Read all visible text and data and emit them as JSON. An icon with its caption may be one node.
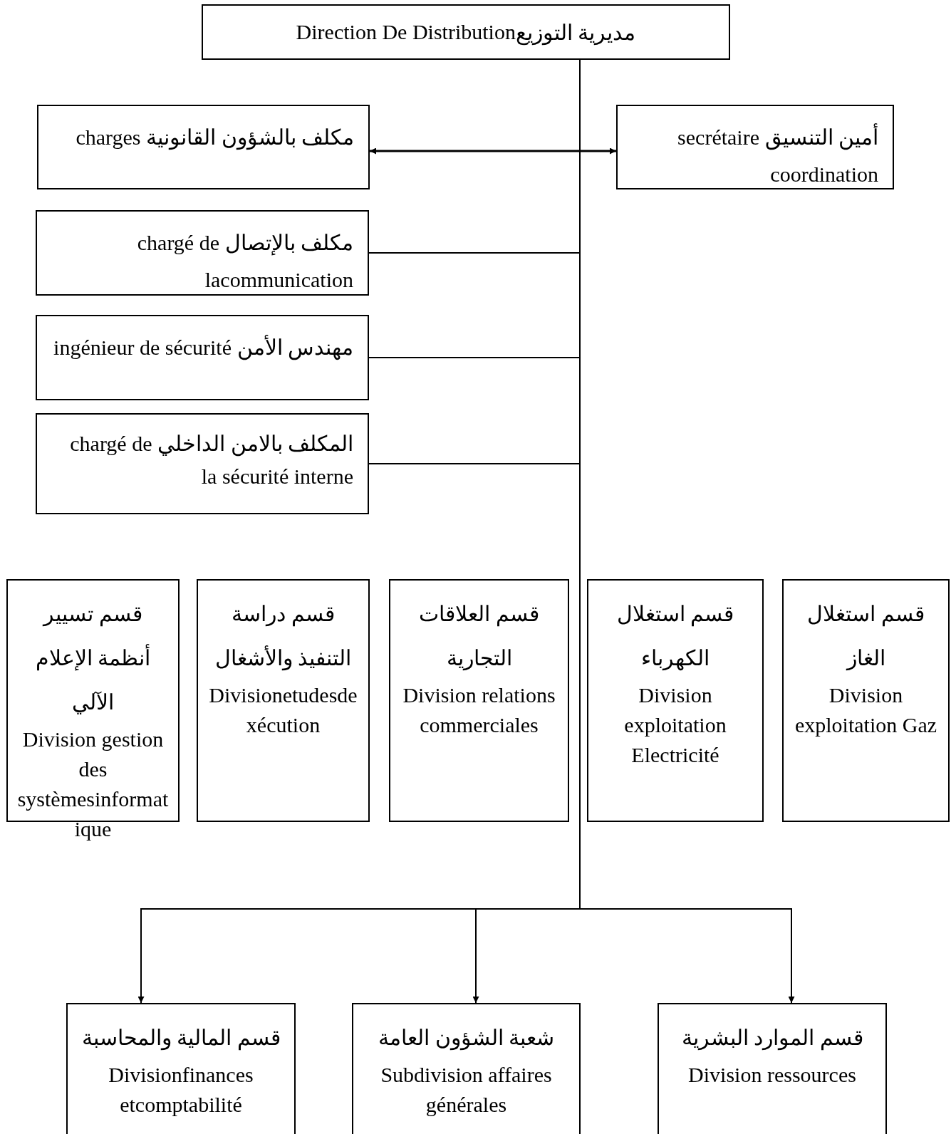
{
  "diagram": {
    "nodes": [
      {
        "text": [
          "مديرية التوزيع",
          "Direction De Distribution"
        ]
      },
      {
        "text": [
          "مكلف بالشؤون القانونية",
          "charges"
        ]
      },
      {
        "text": [
          "أمين التنسيق",
          "secrétaire coordination"
        ]
      },
      {
        "text": [
          "مكلف بالإتصال",
          "chargé de lacommunication"
        ]
      },
      {
        "text": [
          "مهندس الأمن",
          "ingénieur de sécurité"
        ]
      },
      {
        "text": [
          "المكلف بالامن الداخلي",
          "chargé de la sécurité interne"
        ]
      },
      {
        "text": [
          "قسم تسيير أنظمة الإعلام الآلي",
          "Division gestion des systèmesinformatique"
        ]
      },
      {
        "text": [
          "قسم دراسة التنفيذ والأشغال",
          "Divisionetudesdexécution"
        ]
      },
      {
        "text": [
          "قسم العلاقات التجارية",
          "Division relations commerciales"
        ]
      },
      {
        "text": [
          "قسم استغلال الكهرباء",
          "Division exploitation Electricité"
        ]
      },
      {
        "text": [
          "قسم استغلال الغاز",
          "Division exploitation Gaz"
        ]
      },
      {
        "text": [
          "قسم المالية والمحاسبة",
          "Divisionfinances etcomptabilité"
        ]
      },
      {
        "text": [
          "شعبة الشؤون العامة",
          "Subdivision affaires générales"
        ]
      },
      {
        "text": [
          "قسم الموارد البشرية",
          "Division ressources"
        ]
      }
    ],
    "edges": [
      {
        "from": 1,
        "to": 2,
        "arrow": "both"
      },
      {
        "from": 0,
        "to": 3,
        "arrow": "none"
      },
      {
        "from": 0,
        "to": 4,
        "arrow": "none"
      },
      {
        "from": 0,
        "to": 5,
        "arrow": "none"
      },
      {
        "from": 0,
        "to": 11,
        "arrow": "to"
      },
      {
        "from": 0,
        "to": 12,
        "arrow": "to"
      },
      {
        "from": 0,
        "to": 13,
        "arrow": "to"
      }
    ]
  }
}
